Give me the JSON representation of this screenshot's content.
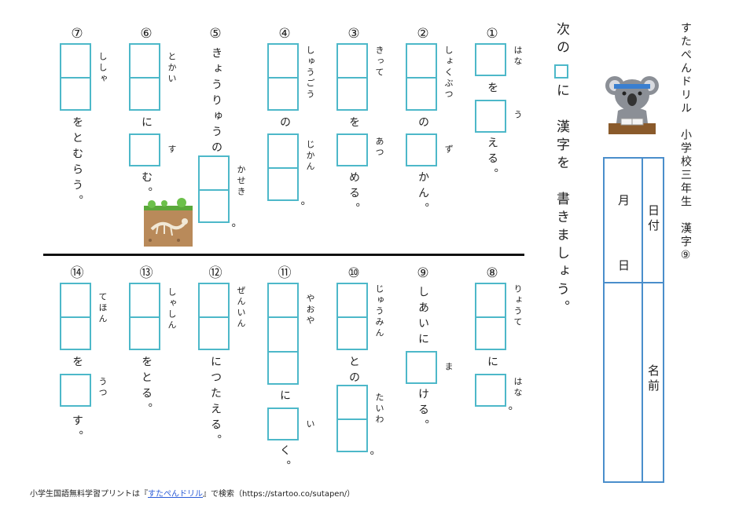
{
  "header": {
    "title": "すたぺんドリル　小学校三年生　漢字⑨",
    "instruction_before": "次の",
    "instruction_after": "に　漢字を　書きましょう。"
  },
  "top_row": [
    {
      "num": "①",
      "parts": [
        "を",
        "える。"
      ],
      "rubies": [
        "はな",
        "う"
      ]
    },
    {
      "num": "②",
      "parts": [
        "の",
        "かん。"
      ],
      "rubies": [
        "しょくぶつ",
        "ず"
      ]
    },
    {
      "num": "③",
      "parts": [
        "を",
        "める。"
      ],
      "rubies": [
        "きって",
        "あつ"
      ]
    },
    {
      "num": "④",
      "parts": [
        "の",
        "。"
      ],
      "rubies": [
        "しゅうごう",
        "じかん"
      ]
    },
    {
      "num": "⑤",
      "parts": [
        "きょうりゅうの",
        "。"
      ],
      "rubies": [
        "かせき"
      ]
    },
    {
      "num": "⑥",
      "parts": [
        "に",
        "む。"
      ],
      "rubies": [
        "とかい",
        "す"
      ]
    },
    {
      "num": "⑦",
      "parts": [
        "をとむらう。"
      ],
      "rubies": [
        "ししゃ"
      ]
    }
  ],
  "bottom_row": [
    {
      "num": "⑧",
      "parts": [
        "に",
        "。"
      ],
      "rubies": [
        "りょうて",
        "はな"
      ]
    },
    {
      "num": "⑨",
      "parts": [
        "しあいに",
        "ける。"
      ],
      "rubies": [
        "ま"
      ]
    },
    {
      "num": "⑩",
      "parts": [
        "との",
        "。"
      ],
      "rubies": [
        "じゅうみん",
        "たいわ"
      ]
    },
    {
      "num": "⑪",
      "parts": [
        "に",
        "く。"
      ],
      "rubies": [
        "やおや",
        "い"
      ]
    },
    {
      "num": "⑫",
      "parts": [
        "につたえる。"
      ],
      "rubies": [
        "ぜんいん"
      ]
    },
    {
      "num": "⑬",
      "parts": [
        "をとる。"
      ],
      "rubies": [
        "しゃしん"
      ]
    },
    {
      "num": "⑭",
      "parts": [
        "を",
        "す。"
      ],
      "rubies": [
        "てほん",
        "うつ"
      ]
    }
  ],
  "frame": {
    "month": "月",
    "day": "日",
    "date_label": "日付",
    "name_label": "名前"
  },
  "footer": {
    "prefix": "小学生国語無料学習プリントは『",
    "link": "すたぺんドリル",
    "suffix": "』で検索（https://startoo.co/sutapen/）"
  },
  "colors": {
    "box_border": "#4db8c9",
    "frame_border": "#4a8ecb",
    "link": "#2a5bd7"
  },
  "icons": [
    "koala-studying-icon",
    "fossil-in-soil-icon"
  ]
}
